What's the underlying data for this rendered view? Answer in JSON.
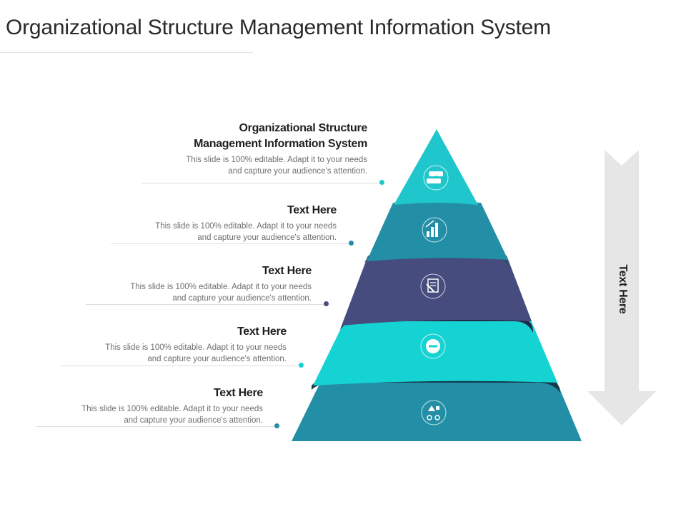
{
  "title": "Organizational Structure Management Information System",
  "colors": {
    "tier1": "#1FC7CD",
    "tier2": "#238FA6",
    "tier3": "#474C7E",
    "tier4": "#16D3D3",
    "tier5": "#238FA6",
    "arrow": "#E6E6E6"
  },
  "items": [
    {
      "heading_line1": "Organizational Structure",
      "heading_line2": "Management Information System",
      "desc_line1": "This slide is 100% editable. Adapt it to your needs",
      "desc_line2": "and capture your audience's attention.",
      "icon": "puzzle-icon"
    },
    {
      "heading_line1": "Text Here",
      "desc_line1": "This slide is 100% editable. Adapt it to your needs",
      "desc_line2": "and capture your audience's attention.",
      "icon": "bar-chart-icon"
    },
    {
      "heading_line1": "Text Here",
      "desc_line1": "This slide is 100% editable. Adapt it to your needs",
      "desc_line2": "and capture your audience's attention.",
      "icon": "document-edit-icon"
    },
    {
      "heading_line1": "Text Here",
      "desc_line1": "This slide is 100% editable. Adapt it to your needs",
      "desc_line2": "and capture your audience's attention.",
      "icon": "minus-circle-icon"
    },
    {
      "heading_line1": "Text Here",
      "desc_line1": "This slide is 100% editable. Adapt it to your needs",
      "desc_line2": "and capture your audience's attention.",
      "icon": "gears-icon"
    }
  ],
  "arrow_label": "Text Here"
}
